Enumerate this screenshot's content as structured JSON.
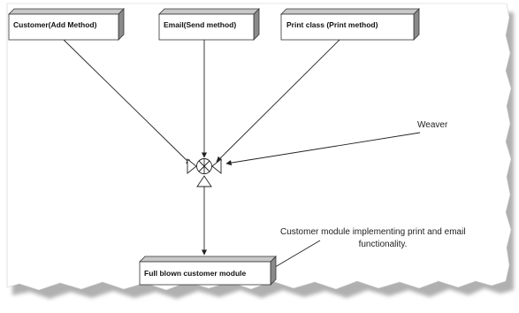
{
  "diagram": {
    "nodes": {
      "customer": "Customer(Add Method)",
      "email": "Email(Send method)",
      "print": "Print class (Print method)",
      "result": "Full blown customer module"
    },
    "annotations": {
      "weaver": "Weaver",
      "module_line1": "Customer module implementing print and email",
      "module_line2": "functionality."
    }
  },
  "colors": {
    "box_front": "#ffffff",
    "box_side": "#8a8a8a",
    "box_top": "#c8c8c8",
    "line": "#222222",
    "shadow": "#9a9a9a"
  }
}
